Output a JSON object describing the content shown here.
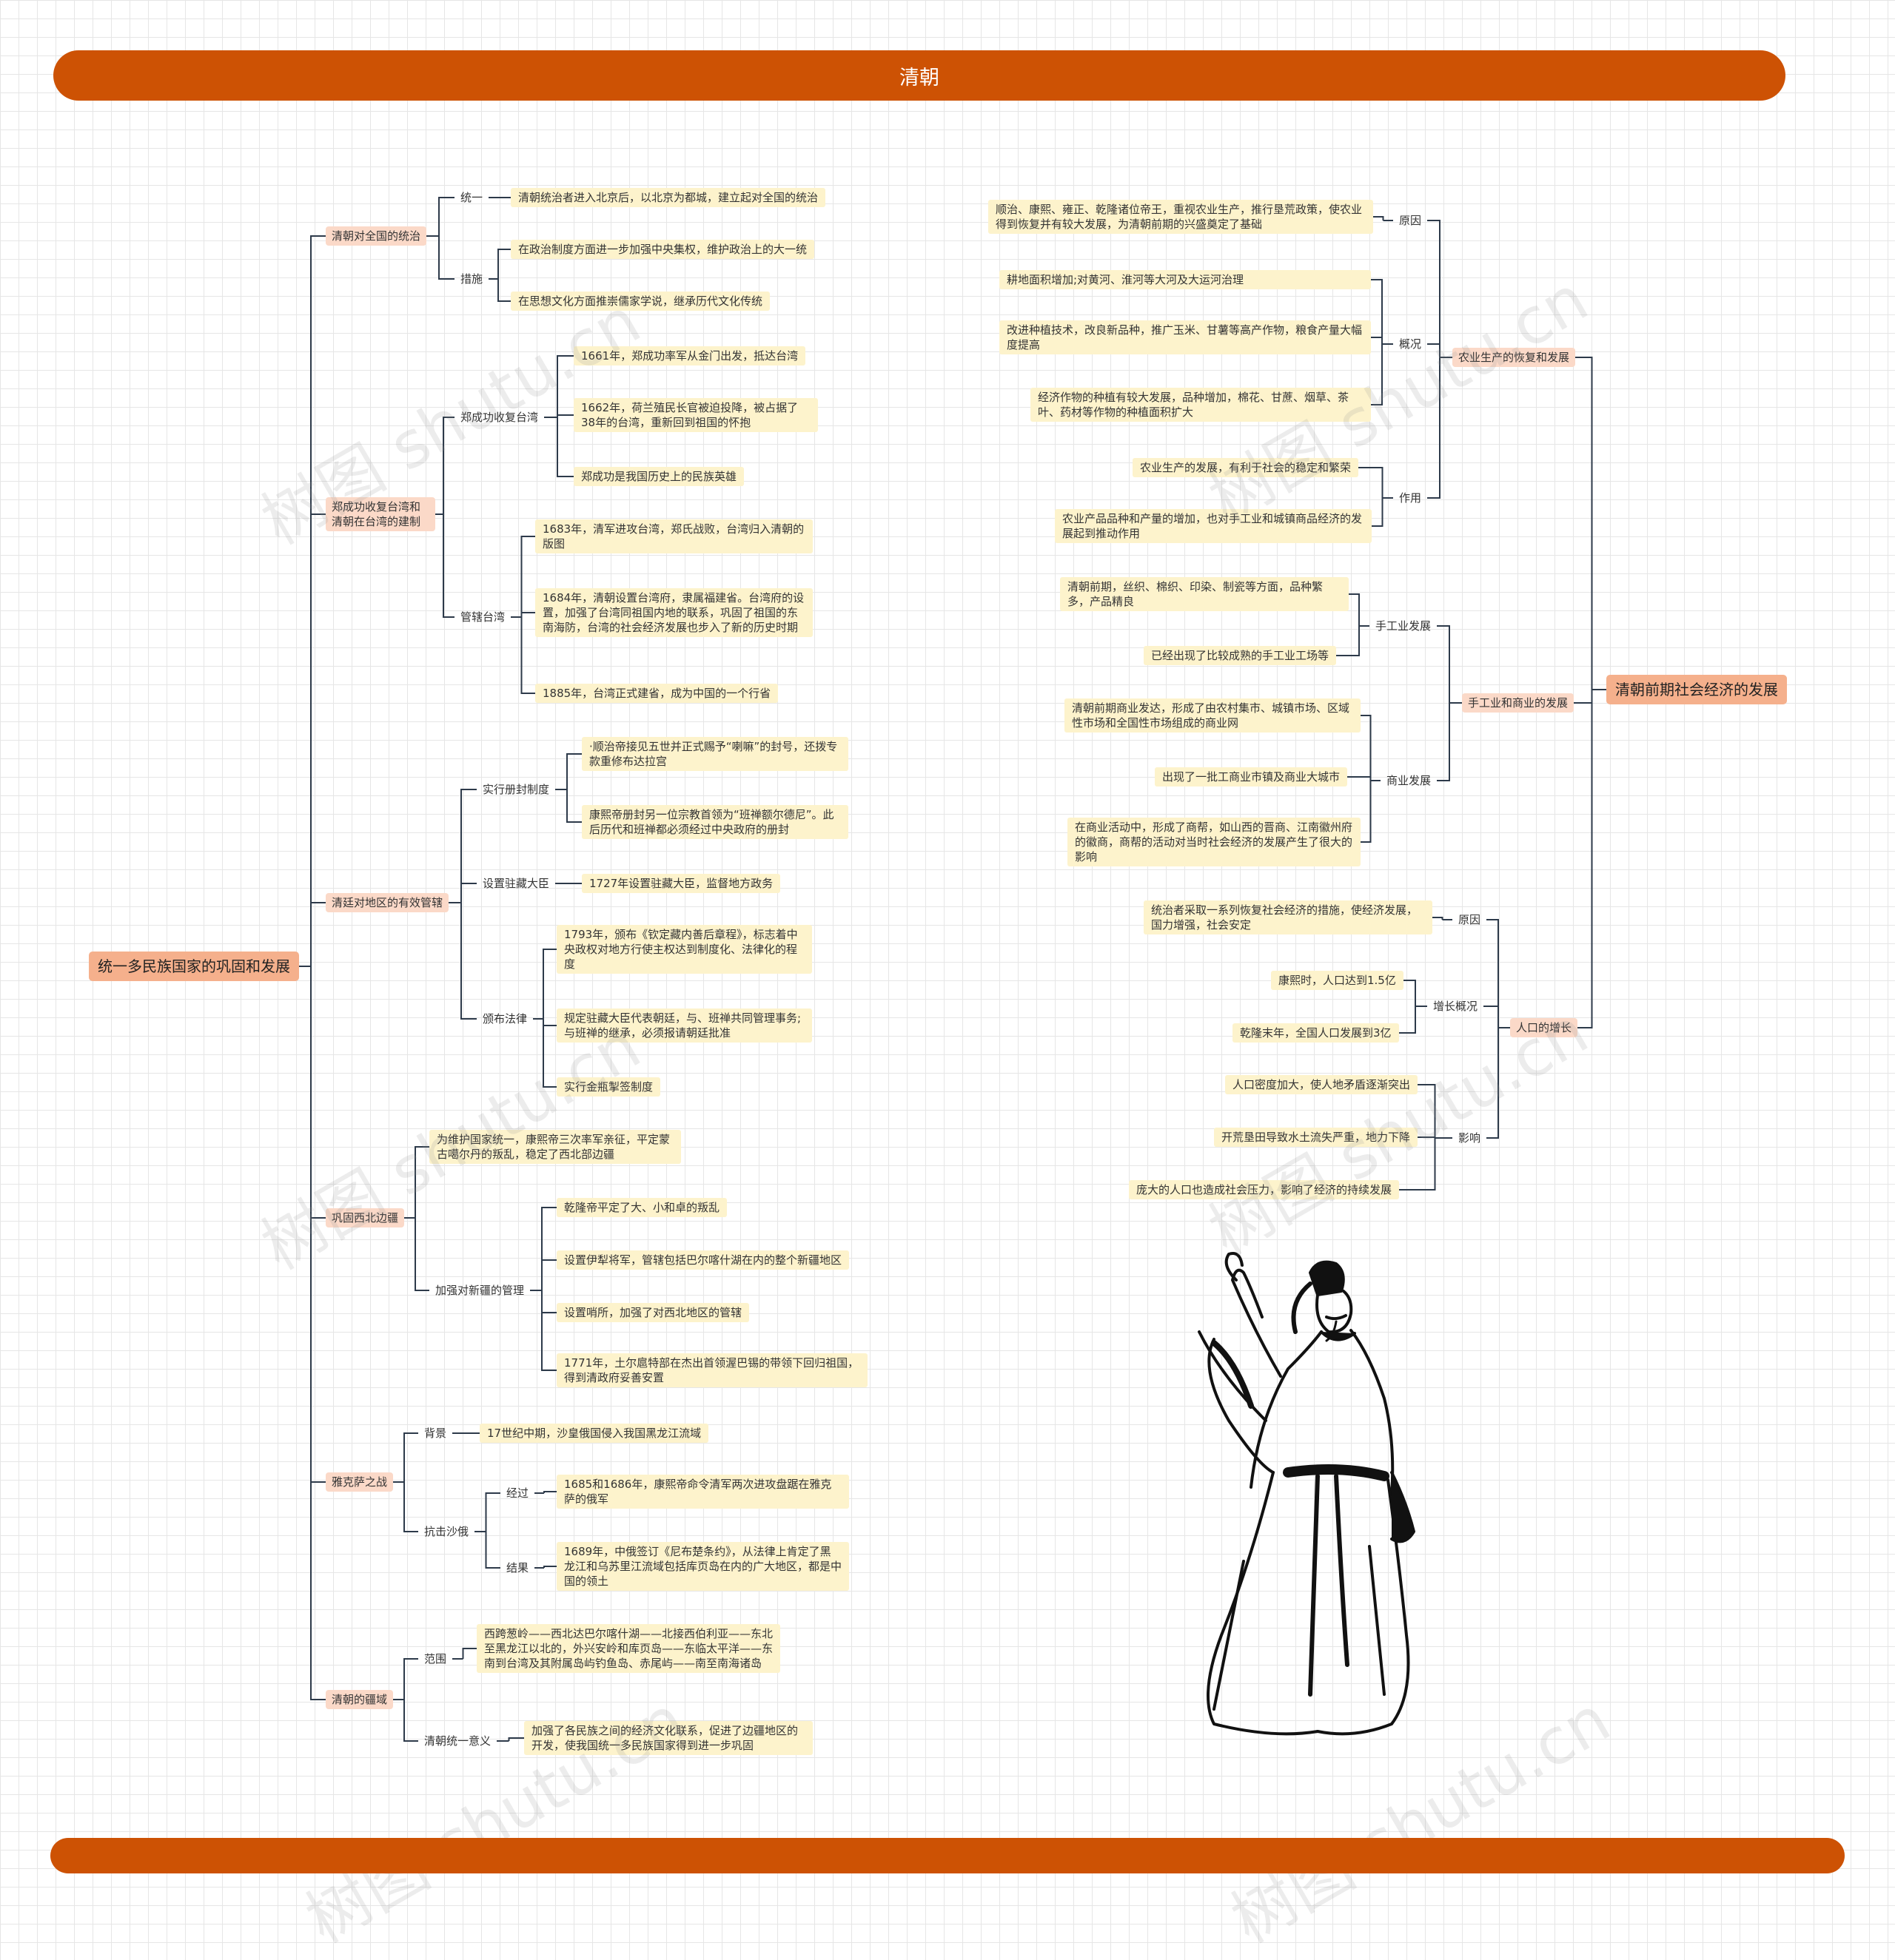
{
  "header": {
    "title": "清朝"
  },
  "left": {
    "root": "统一多民族国家的巩固和发展",
    "unification": {
      "label": "清朝对全国的统治",
      "unify_label": "统一",
      "unify_text": "清朝统治者进入北京后，以北京为都城，建立起对全国的统治",
      "measures_label": "措施",
      "measures": [
        "在政治制度方面进一步加强中央集权，维护政治上的大一统",
        "在思想文化方面推崇儒家学说，继承历代文化传统"
      ]
    },
    "taiwan": {
      "label": "郑成功收复台湾和清朝在台湾的建制",
      "recover_label": "郑成功收复台湾",
      "recover": [
        "1661年，郑成功率军从金门出发，抵达台湾",
        "1662年，荷兰殖民长官被迫投降，被占据了38年的台湾，重新回到祖国的怀抱",
        "郑成功是我国历史上的民族英雄"
      ],
      "govern_label": "管辖台湾",
      "govern": [
        "1683年，清军进攻台湾，郑氏战败，台湾归入清朝的版图",
        "1684年，清朝设置台湾府，隶属福建省。台湾府的设置，加强了台湾同祖国内地的联系，巩固了祖国的东南海防，台湾的社会经济发展也步入了新的历史时期",
        "1885年，台湾正式建省，成为中国的一个行省"
      ]
    },
    "tibet": {
      "label": "清廷对地区的有效管辖",
      "ceremony_label": "实行册封制度",
      "ceremony": [
        "·顺治帝接见五世并正式赐予“喇嘛”的封号，还拨专款重修布达拉宫",
        "康熙帝册封另一位宗教首领为“班禅额尔德尼”。此后历代和班禅都必须经过中央政府的册封"
      ],
      "minister_label": "设置驻藏大臣",
      "minister": "1727年设置驻藏大臣，监督地方政务",
      "law_label": "颁布法律",
      "law": [
        "1793年，颁布《钦定藏内善后章程》，标志着中央政权对地方行使主权达到制度化、法律化的程度",
        "规定驻藏大臣代表朝廷，与、班禅共同管理事务;与班禅的继承，必须报请朝廷批准",
        "实行金瓶掣签制度"
      ]
    },
    "northwest": {
      "label": "巩固西北边疆",
      "kangxi": "为维护国家统一，康熙帝三次率军亲征，平定蒙古噶尔丹的叛乱，稳定了西北部边疆",
      "xinjiang_label": "加强对新疆的管理",
      "xinjiang": [
        "乾隆帝平定了大、小和卓的叛乱",
        "设置伊犁将军，管辖包括巴尔喀什湖在内的整个新疆地区",
        "设置哨所，加强了对西北地区的管辖",
        "1771年，土尔扈特部在杰出首领渥巴锡的带领下回归祖国，得到清政府妥善安置"
      ]
    },
    "yaksa": {
      "label": "雅克萨之战",
      "bg_label": "背景",
      "bg": "17世纪中期，沙皇俄国侵入我国黑龙江流域",
      "fight_label": "抗击沙俄",
      "course_label": "经过",
      "course": "1685和1686年，康熙帝命令清军两次进攻盘踞在雅克萨的俄军",
      "result_label": "结果",
      "result": "1689年，中俄签订《尼布楚条约》，从法律上肯定了黑龙江和乌苏里江流域包括库页岛在内的广大地区，都是中国的领土"
    },
    "territory": {
      "label": "清朝的疆域",
      "scope_label": "范围",
      "scope": "西跨葱岭——西北达巴尔喀什湖——北接西伯利亚——东北至黑龙江以北的，外兴安岭和库页岛——东临太平洋——东南到台湾及其附属岛屿钓鱼岛、赤尾屿——南至南海诸岛",
      "meaning_label": "清朝统一意义",
      "meaning": "加强了各民族之间的经济文化联系，促进了边疆地区的开发，使我国统一多民族国家得到进一步巩固"
    }
  },
  "right": {
    "root": "清朝前期社会经济的发展",
    "agriculture": {
      "label": "农业生产的恢复和发展",
      "reason_label": "原因",
      "reason": "顺治、康熙、雍正、乾隆诸位帝王，重视农业生产，推行垦荒政策，使农业得到恢复并有较大发展，为清朝前期的兴盛奠定了基础",
      "overview_label": "概况",
      "overview": [
        "耕地面积增加;对黄河、淮河等大河及大运河治理",
        "改进种植技术，改良新品种，推广玉米、甘薯等高产作物，粮食产量大幅度提高",
        "经济作物的种植有较大发展，品种增加，棉花、甘蔗、烟草、茶叶、药材等作物的种植面积扩大"
      ],
      "effect_label": "作用",
      "effect": [
        "农业生产的发展，有利于社会的稳定和繁荣",
        "农业产品品种和产量的增加，也对手工业和城镇商品经济的发展起到推动作用"
      ]
    },
    "commerce": {
      "label": "手工业和商业的发展",
      "handicraft_label": "手工业发展",
      "handicraft": [
        "清朝前期，丝织、棉织、印染、制瓷等方面，品种繁多，产品精良",
        "已经出现了比较成熟的手工业工场等"
      ],
      "trade_label": "商业发展",
      "trade": [
        "清朝前期商业发达，形成了由农村集市、城镇市场、区域性市场和全国性市场组成的商业网",
        "出现了一批工商业市镇及商业大城市",
        "在商业活动中，形成了商帮，如山西的晋商、江南徽州府的徽商，商帮的活动对当时社会经济的发展产生了很大的影响"
      ]
    },
    "population": {
      "label": "人口的增长",
      "reason_label": "原因",
      "reason": "统治者采取一系列恢复社会经济的措施，使经济发展，国力增强，社会安定",
      "growth_label": "增长概况",
      "growth": [
        "康熙时，人口达到1.5亿",
        "乾隆末年，全国人口发展到3亿"
      ],
      "impact_label": "影响",
      "impact": [
        "人口密度加大，使人地矛盾逐渐突出",
        "开荒垦田导致水土流失严重，地力下降",
        "庞大的人口也造成社会压力，影响了经济的持续发展"
      ]
    }
  },
  "watermark": "树图 shutu.cn",
  "colors": {
    "accent": "#cd5204",
    "leaf": "#fdf3cc",
    "mid": "#fbd9c8",
    "main": "#f5b08c",
    "line": "#2d3a4a"
  }
}
